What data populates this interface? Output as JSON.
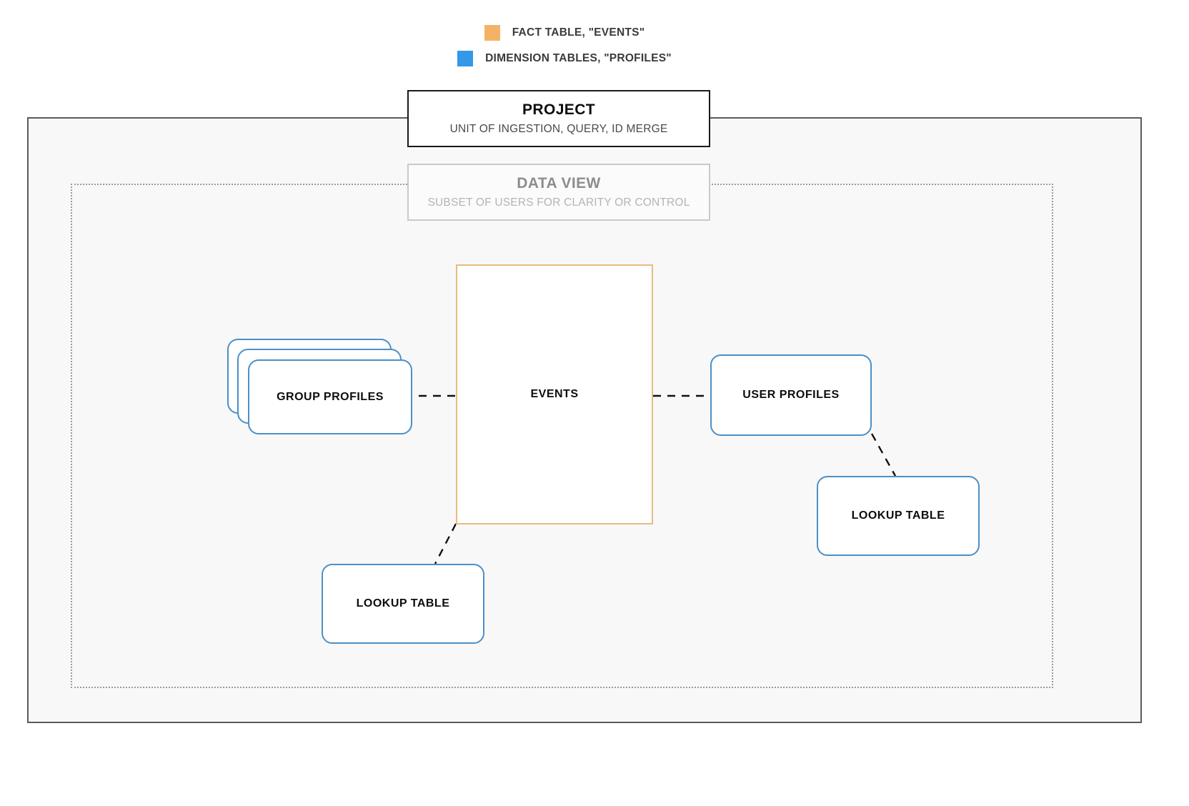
{
  "legend": {
    "items": [
      {
        "swatch_color": "#f5b265",
        "label": "FACT TABLE, \"EVENTS\"",
        "icon": "square-swatch-icon"
      },
      {
        "swatch_color": "#3498e8",
        "label": "DIMENSION TABLES, \"PROFILES\"",
        "icon": "square-swatch-icon"
      }
    ]
  },
  "project": {
    "title": "PROJECT",
    "subtitle": "UNIT OF INGESTION, QUERY, ID MERGE",
    "border_color": "#1a1a1a",
    "fill_color": "#f8f8f8"
  },
  "data_view": {
    "title": "DATA VIEW",
    "subtitle": "SUBSET OF USERS FOR CLARITY OR CONTROL",
    "border_color": "#c9c9c9",
    "region_border_style": "dotted"
  },
  "nodes": {
    "events": {
      "label": "EVENTS",
      "type": "fact-table",
      "border_color": "#e8bb82"
    },
    "group_profiles": {
      "label": "GROUP PROFILES",
      "type": "dimension-table-stack",
      "stack_count": 3,
      "border_color": "#4a90c9"
    },
    "user_profiles": {
      "label": "USER PROFILES",
      "type": "dimension-table",
      "border_color": "#4a90c9"
    },
    "lookup_table_left": {
      "label": "LOOKUP TABLE",
      "type": "dimension-table",
      "border_color": "#4a90c9"
    },
    "lookup_table_right": {
      "label": "LOOKUP TABLE",
      "type": "dimension-table",
      "border_color": "#4a90c9"
    }
  },
  "connectors": [
    {
      "from": "group_profiles",
      "to": "events",
      "style": "dashed"
    },
    {
      "from": "events",
      "to": "user_profiles",
      "style": "dashed"
    },
    {
      "from": "events",
      "to": "lookup_table_left",
      "style": "dashed"
    },
    {
      "from": "user_profiles",
      "to": "lookup_table_right",
      "style": "dashed"
    }
  ]
}
